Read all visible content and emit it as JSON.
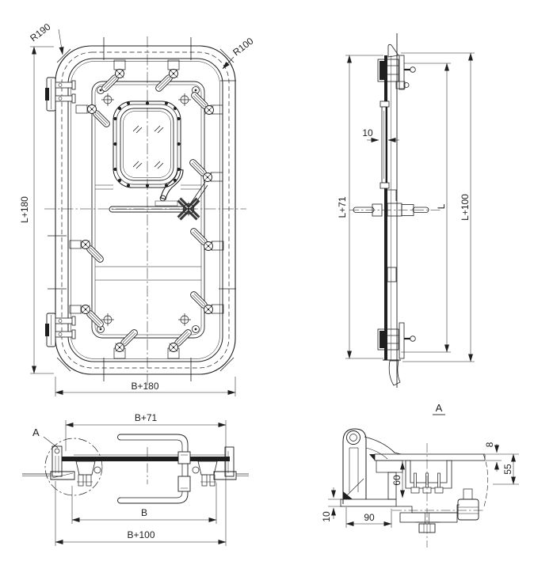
{
  "drawing": {
    "type": "technical-drawing-watertight-door",
    "background": "#ffffff",
    "line_color": "#1f1f1f",
    "views": {
      "front": {
        "labels": {
          "radius_outer": "R190",
          "radius_inner": "R100",
          "height": "L+180",
          "width": "B+180"
        }
      },
      "side": {
        "labels": {
          "leaf_height": "L+71",
          "plate_gap": "10",
          "clear_height": "L",
          "overall_height": "L+100"
        }
      },
      "plan": {
        "labels": {
          "detail_callout": "A",
          "leaf_width": "B+71",
          "clear_width": "B",
          "overall_width": "B+100"
        }
      },
      "detail_a": {
        "title": "A",
        "labels": {
          "plate_thickness": "8",
          "recess_depth": "55",
          "frame_height": "60",
          "sill_thickness": "10",
          "hinge_offset": "90"
        }
      }
    }
  }
}
